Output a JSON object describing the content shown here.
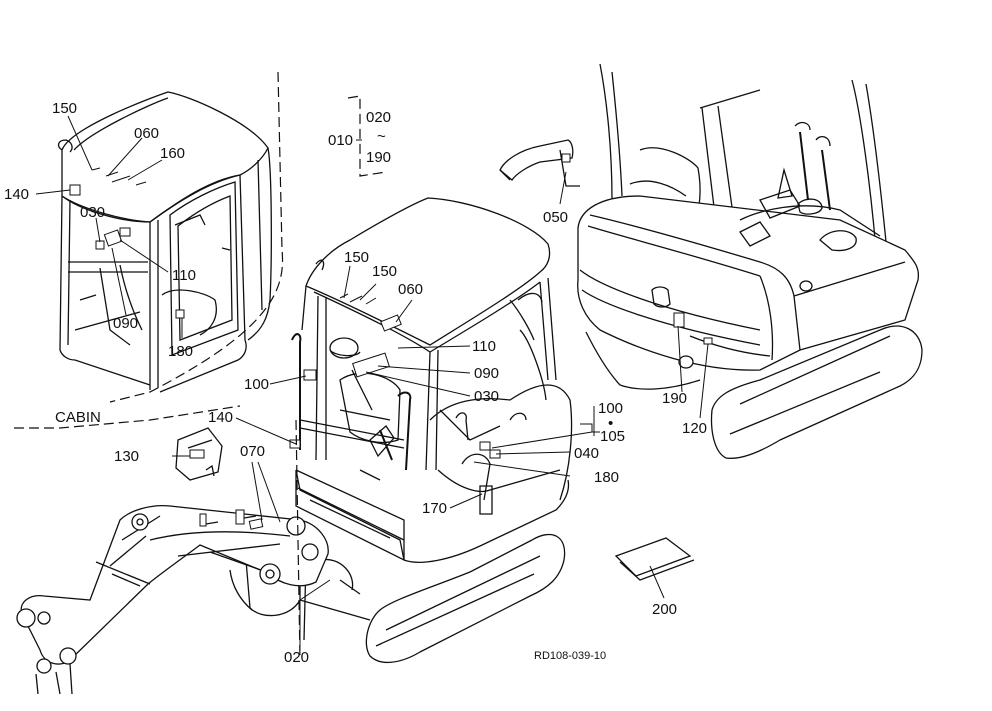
{
  "labels": {
    "l150a": "150",
    "l060a": "060",
    "l160": "160",
    "l140a": "140",
    "l030a": "030",
    "l110a": "110",
    "l090a": "090",
    "l180a": "180",
    "cabin": "CABIN",
    "l010": "010",
    "l020a": "020",
    "tilde": "~",
    "l190a": "190",
    "l050": "050",
    "l150b": "150",
    "l150c": "150",
    "l060b": "060",
    "l110b": "110",
    "l090b": "090",
    "l030b": "030",
    "l100a": "100",
    "l140b": "140",
    "l100b": "100",
    "dot": "•",
    "l105": "105",
    "l040": "040",
    "l180b": "180",
    "l170": "170",
    "l130": "130",
    "l070": "070",
    "l020b": "020",
    "l190b": "190",
    "l120": "120",
    "l200": "200"
  },
  "drawing_ref": "RD108-039-10"
}
